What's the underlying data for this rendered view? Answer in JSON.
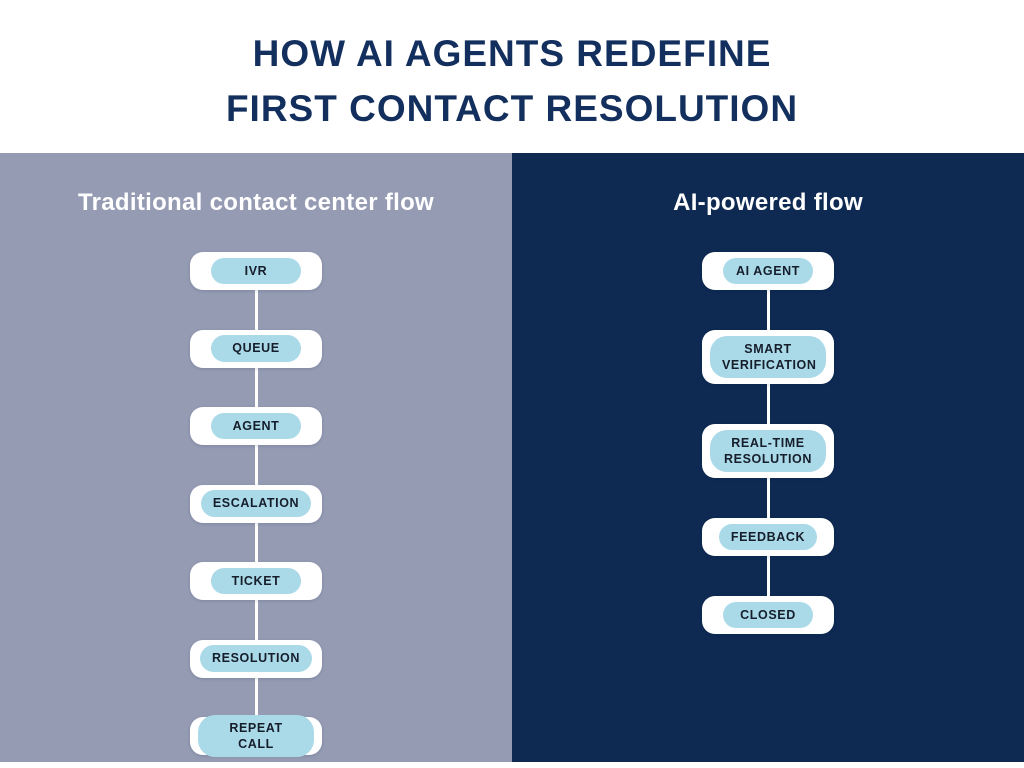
{
  "title": {
    "line1": "HOW AI AGENTS REDEFINE",
    "line2": "FIRST CONTACT RESOLUTION"
  },
  "panels": [
    {
      "id": "traditional",
      "heading": "Traditional contact center flow",
      "steps": [
        "IVR",
        "QUEUE",
        "AGENT",
        "ESCALATION",
        "TICKET",
        "RESOLUTION",
        "REPEAT CALL"
      ]
    },
    {
      "id": "ai-powered",
      "heading": "AI-powered flow",
      "steps": [
        "AI AGENT",
        "SMART VERIFICATION",
        "REAL-TIME RESOLUTION",
        "FEEDBACK",
        "CLOSED"
      ]
    }
  ],
  "colors": {
    "title-text": "#132f5e",
    "left-panel-bg": "#949bb3",
    "right-panel-bg": "#0e2a52",
    "heading-text": "#ffffff",
    "card-bg": "#ffffff",
    "pill-bg": "#aadae8",
    "pill-text": "#161d2b",
    "connector": "#ffffff"
  }
}
